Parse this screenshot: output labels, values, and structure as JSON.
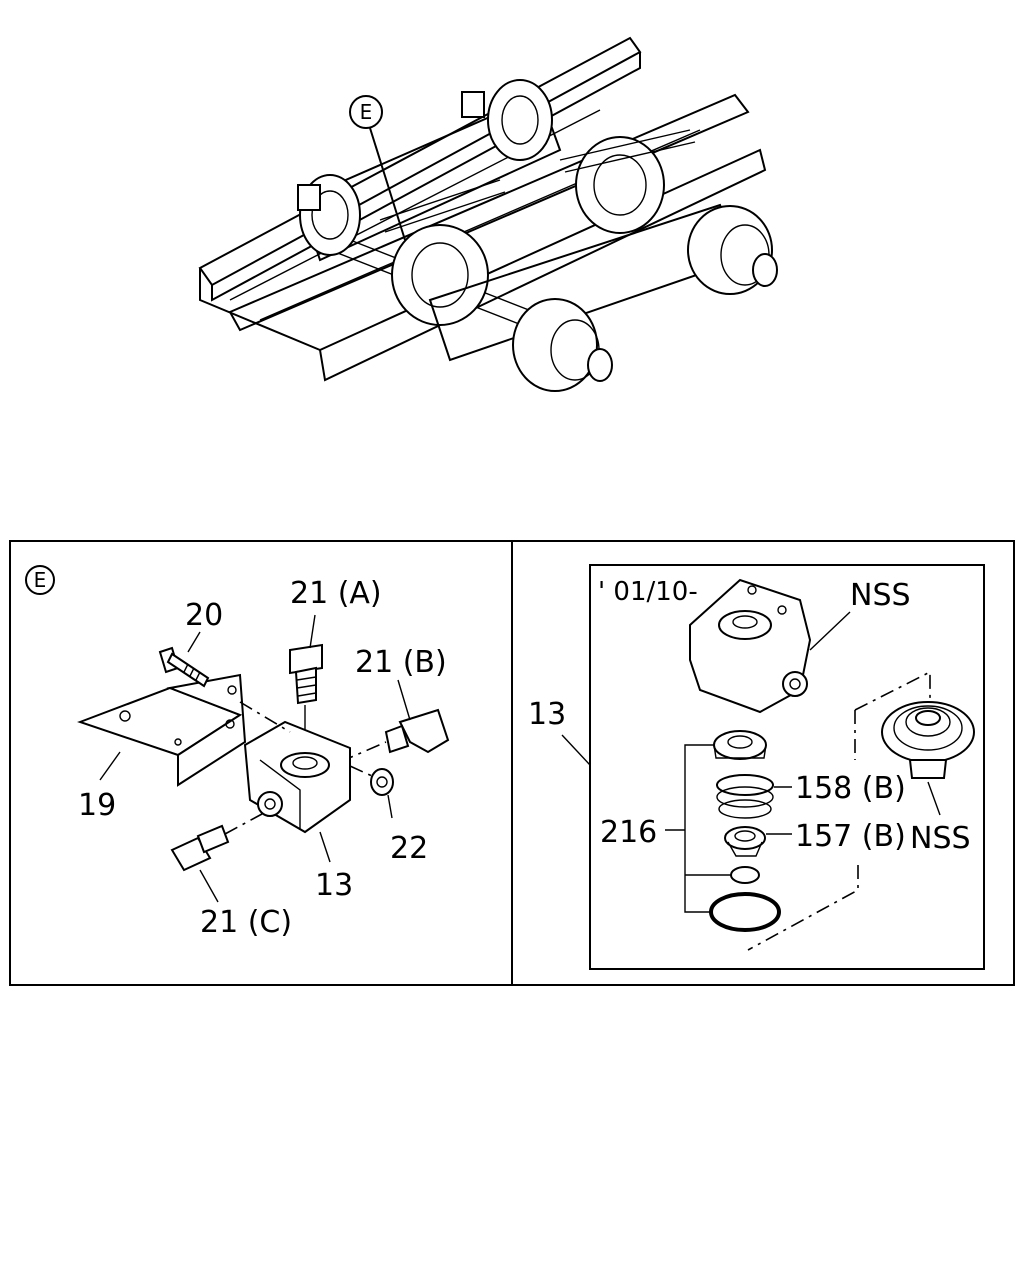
{
  "overview": {
    "callout": "E"
  },
  "panel_left": {
    "callout": "E",
    "labels": {
      "p20": "20",
      "p21a": "21 (A)",
      "p21b": "21 (B)",
      "p19": "19",
      "p22": "22",
      "p13": "13",
      "p21c": "21 (C)"
    }
  },
  "panel_right": {
    "outer_label": "13",
    "date_code": "' 01/10-",
    "labels": {
      "nss_top": "NSS",
      "nss_right": "NSS",
      "p158b": "158 (B)",
      "p157b": "157 (B)",
      "p216": "216"
    }
  }
}
